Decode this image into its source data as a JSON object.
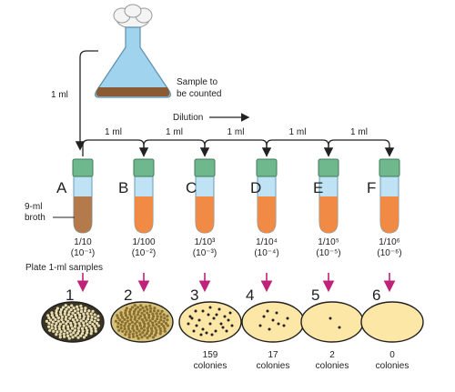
{
  "flask": {
    "label_line1": "Sample to",
    "label_line2": "be counted",
    "transfer_label": "1 ml"
  },
  "dilution_label": "Dilution",
  "transfer_labels": [
    "1 ml",
    "1 ml",
    "1 ml",
    "1 ml",
    "1 ml"
  ],
  "broth_label_line1": "9-ml",
  "broth_label_line2": "broth",
  "tubes": [
    {
      "letter": "A",
      "fraction": "1/10",
      "exponent": "(10⁻¹)",
      "color": "#b57a4c"
    },
    {
      "letter": "B",
      "fraction": "1/100",
      "exponent": "(10⁻²)",
      "color": "#f08a45"
    },
    {
      "letter": "C",
      "fraction": "1/10³",
      "exponent": "(10⁻³)",
      "color": "#f08a45"
    },
    {
      "letter": "D",
      "fraction": "1/10⁴",
      "exponent": "(10⁻⁴)",
      "color": "#f08a45"
    },
    {
      "letter": "E",
      "fraction": "1/10⁵",
      "exponent": "(10⁻⁵)",
      "color": "#f08a45"
    },
    {
      "letter": "F",
      "fraction": "1/10⁶",
      "exponent": "(10⁻⁶)",
      "color": "#f08a45"
    }
  ],
  "plate_header": "Plate 1-ml samples",
  "plates": [
    {
      "number": "1",
      "count": "",
      "unit": ""
    },
    {
      "number": "2",
      "count": "",
      "unit": ""
    },
    {
      "number": "3",
      "count": "159",
      "unit": "colonies"
    },
    {
      "number": "4",
      "count": "17",
      "unit": "colonies"
    },
    {
      "number": "5",
      "count": "2",
      "unit": "colonies"
    },
    {
      "number": "6",
      "count": "0",
      "unit": "colonies"
    }
  ],
  "colors": {
    "tube_cap": "#6fb88e",
    "tube_glass": "#bfe3f5",
    "arrow_pink": "#c0227a",
    "plate_fill": "#fde7a6",
    "plate_dense": "#2a2a1c",
    "flask_glass": "#9fd3ee",
    "flask_sample": "#8a5a35"
  }
}
